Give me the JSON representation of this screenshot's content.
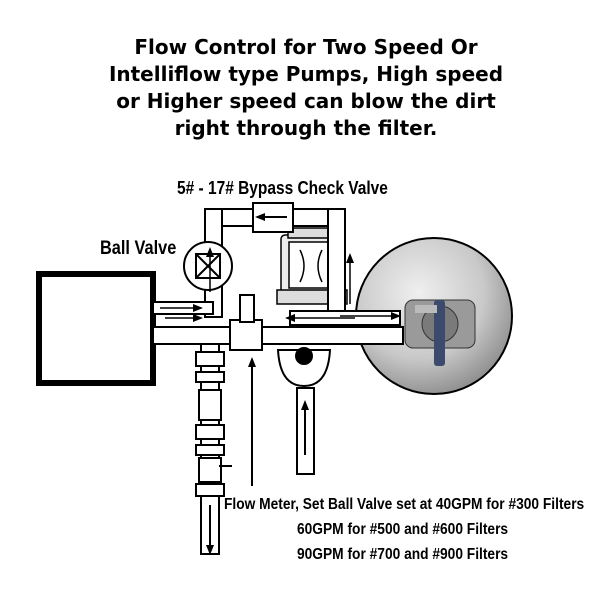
{
  "title": {
    "line1": "Flow Control for Two Speed Or",
    "line2": "Intelliflow type Pumps, High speed",
    "line3": "or Higher speed can blow the dirt",
    "line4": "right through the filter."
  },
  "labels": {
    "check_valve": "5# - 17# Bypass Check Valve",
    "ball_valve": "Ball Valve",
    "flow_meter_line1": "Flow Meter, Set Ball Valve set at 40GPM for #300 Filters",
    "flow_meter_line2": "60GPM for #500 and #600 Filters",
    "flow_meter_line3": "90GPM for #700 and #900 Filters"
  },
  "colors": {
    "line": "#000000",
    "filter_tank": "#c9c9c9",
    "valve_handle": "#3c4a6e"
  }
}
